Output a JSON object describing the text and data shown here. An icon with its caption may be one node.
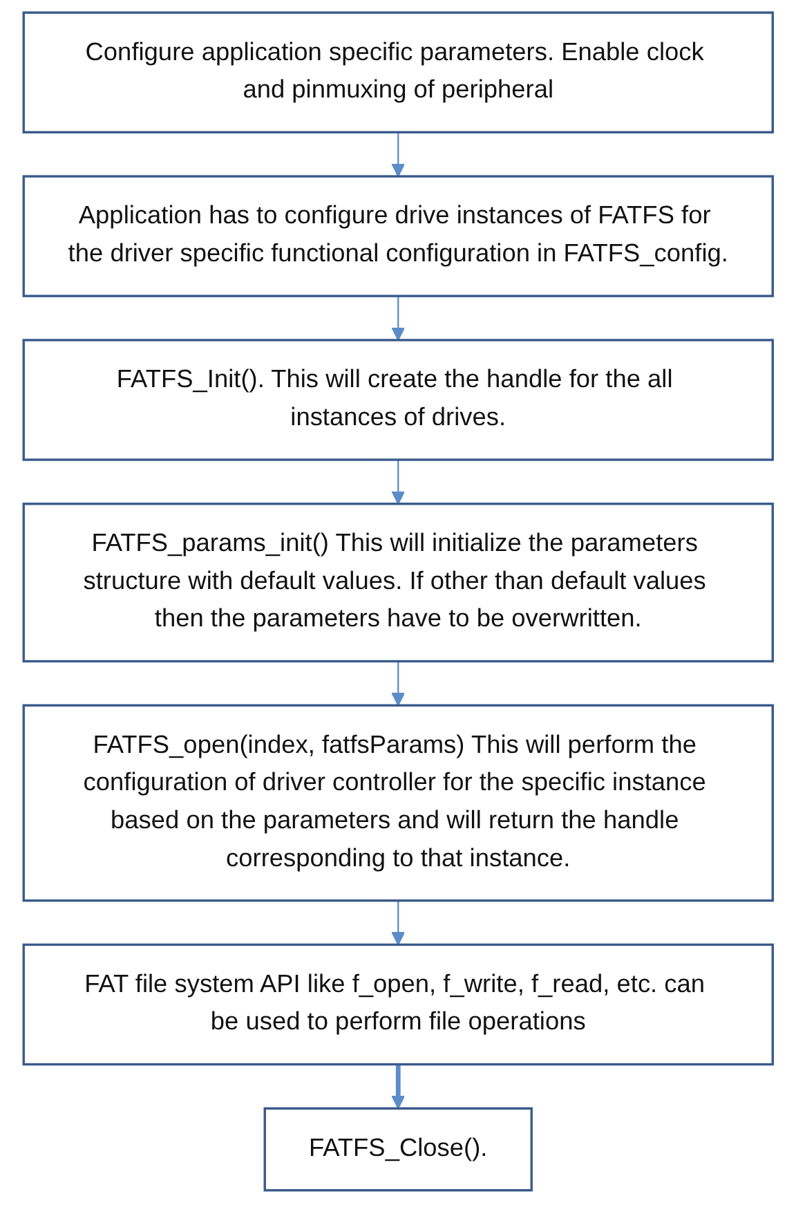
{
  "diagram": {
    "nodes": [
      {
        "text": [
          "Configure application specific parameters. Enable clock and pinmuxing of peripheral"
        ]
      },
      {
        "text": [
          "Application has to configure drive instances of FATFS for the driver specific functional configuration in FATFS_config."
        ]
      },
      {
        "text": [
          "FATFS_Init(). This will create the handle for the all instances of drives."
        ]
      },
      {
        "text": [
          "FATFS_params_init() This will initialize the parameters structure with default values. If other than default values then the parameters have to be overwritten."
        ]
      },
      {
        "text": [
          "FATFS_open(index, fatfsParams) This will perform the configuration of driver controller for the specific instance based on the parameters and will return the handle corresponding to that instance."
        ]
      },
      {
        "text": [
          "FAT file system API like f_open, f_write, f_read, etc. can be used to perform file operations"
        ]
      },
      {
        "text": [
          "FATFS_Close()."
        ]
      }
    ],
    "edges": [
      {
        "from": 0,
        "to": 1,
        "arrow": "to"
      },
      {
        "from": 1,
        "to": 2,
        "arrow": "to"
      },
      {
        "from": 2,
        "to": 3,
        "arrow": "to"
      },
      {
        "from": 3,
        "to": 4,
        "arrow": "to"
      },
      {
        "from": 4,
        "to": 5,
        "arrow": "to"
      },
      {
        "from": 5,
        "to": 6,
        "arrow": "to",
        "style": "thick"
      }
    ]
  }
}
